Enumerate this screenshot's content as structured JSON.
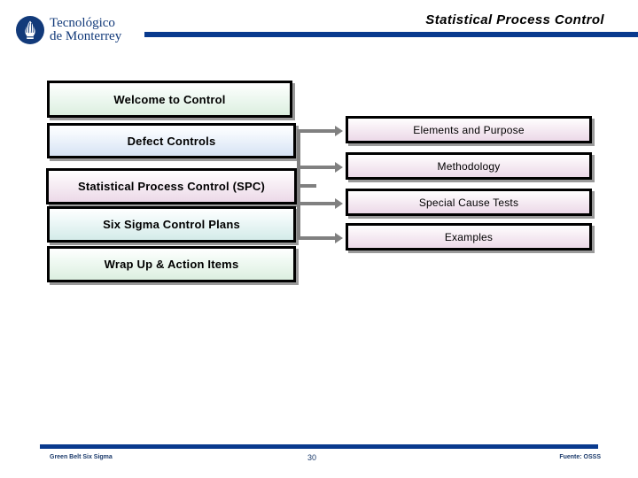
{
  "header": {
    "logo": {
      "icon": "tecnologico-monterrey-emblem",
      "line1": "Tecnológico",
      "line2": "de Monterrey"
    },
    "title": "Statistical Process Control",
    "rule_color": "#093a8e"
  },
  "diagram": {
    "left_nodes": [
      {
        "label": "Welcome to Control",
        "fill": "green"
      },
      {
        "label": "Defect Controls",
        "fill": "blue"
      },
      {
        "label": "Statistical Process Control (SPC)",
        "fill": "pink"
      },
      {
        "label": "Six Sigma Control Plans",
        "fill": "teal"
      },
      {
        "label": "Wrap Up & Action Items",
        "fill": "green"
      }
    ],
    "right_nodes": [
      {
        "label": "Elements and Purpose",
        "fill": "pink"
      },
      {
        "label": "Methodology",
        "fill": "pink"
      },
      {
        "label": "Special Cause Tests",
        "fill": "pink"
      },
      {
        "label": "Examples",
        "fill": "pink"
      }
    ],
    "connector_color": "#808080",
    "source_node_index": 2
  },
  "footer": {
    "left": "Green Belt Six Sigma",
    "page": "30",
    "right": "Fuente: OSSS",
    "rule_color": "#093a8e"
  }
}
